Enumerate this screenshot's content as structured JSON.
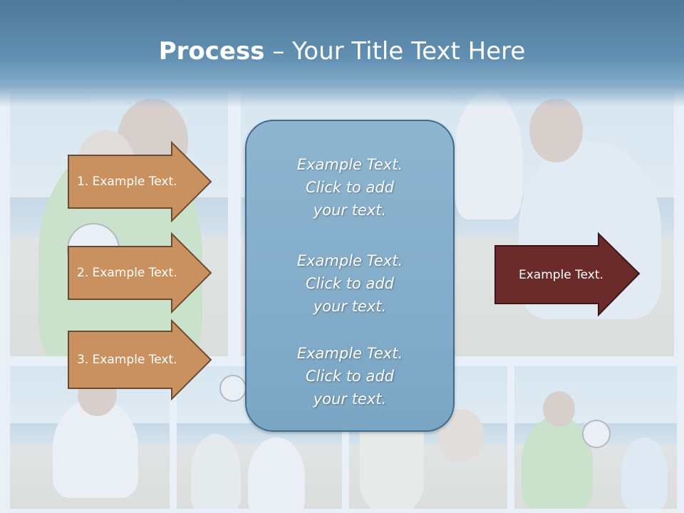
{
  "slide": {
    "title_bold": "Process",
    "title_rest": " – Your Title Text Here"
  },
  "left_arrows": [
    {
      "label": "1. Example Text."
    },
    {
      "label": "2. Example Text."
    },
    {
      "label": "3. Example Text."
    }
  ],
  "center_box": {
    "items": [
      {
        "text": "Example Text.\nClick  to add\nyour text."
      },
      {
        "text": "Example Text.\nClick  to add\nyour text."
      },
      {
        "text": "Example Text.\nClick  to add\nyour text."
      }
    ]
  },
  "right_arrow": {
    "label": "Example Text."
  },
  "colors": {
    "title_band": "#5f8bae",
    "left_arrow_fill": "#c9915f",
    "left_arrow_stroke": "#6b4a2f",
    "center_box_fill": "#86aecb",
    "right_arrow_fill": "#6b2b2b"
  }
}
